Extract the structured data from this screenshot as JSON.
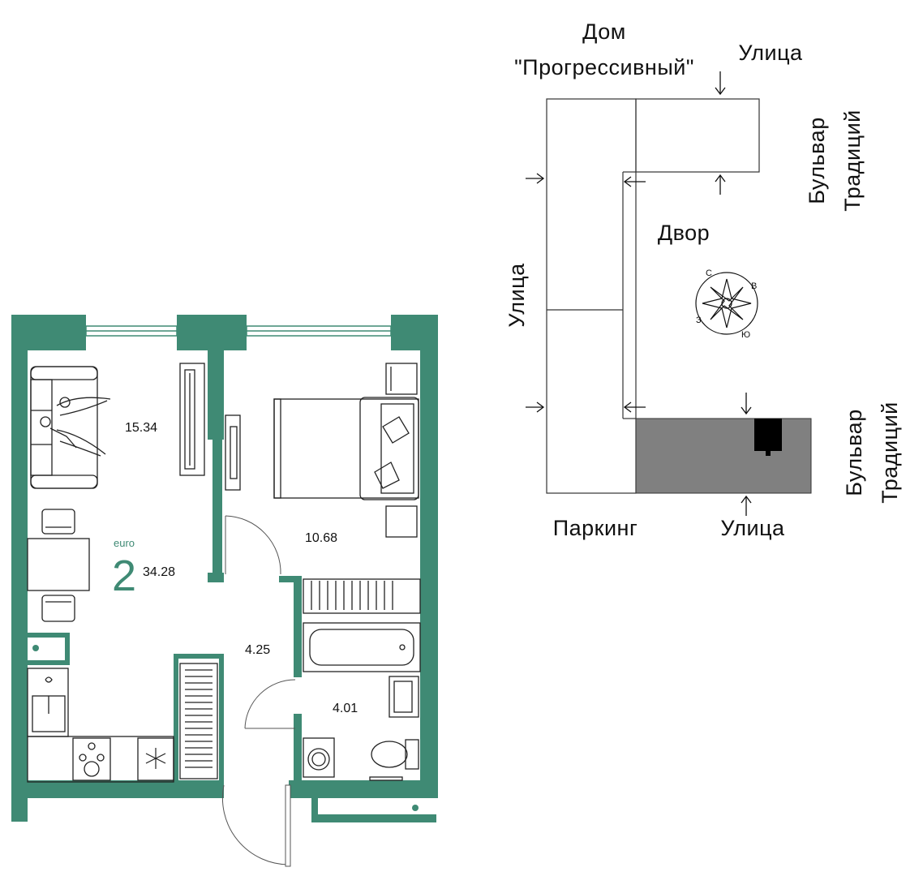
{
  "colors": {
    "wall": "#3f8a74",
    "accent": "#3f8a74",
    "ink": "#111111",
    "section": "#808080"
  },
  "apartment": {
    "class_label": "euro",
    "rooms": "2",
    "total_area": "34.28",
    "room_areas": {
      "living": "15.34",
      "bedroom": "10.68",
      "hall": "4.25",
      "bathroom": "4.01"
    }
  },
  "site_plan": {
    "building_name_line1": "Дом",
    "building_name_line2": "\"Прогрессивный\"",
    "street_top": "Улица",
    "street_left": "Улица",
    "street_bottom": "Улица",
    "boulevard_top_line1": "Бульвар",
    "boulevard_top_line2": "Традиций",
    "boulevard_bottom_line1": "Бульвар",
    "boulevard_bottom_line2": "Традиций",
    "yard": "Двор",
    "parking": "Паркинг",
    "compass": {
      "north": "С",
      "east": "В",
      "south": "Ю",
      "west": "З"
    }
  }
}
